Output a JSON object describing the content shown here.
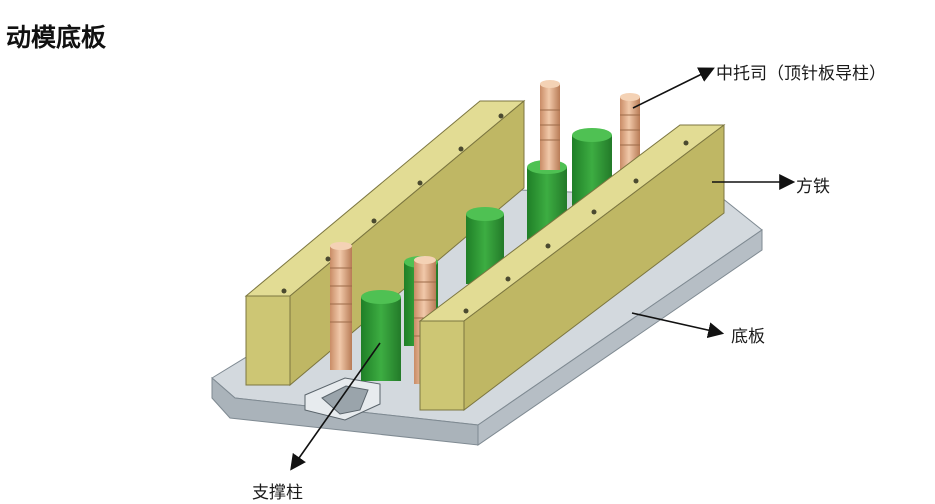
{
  "title": "动模底板",
  "labels": {
    "guide_pillar": "中托司（顶针板导柱）",
    "parallel_block": "方铁",
    "base_plate": "底板",
    "support_pillar": "支撑柱"
  },
  "colors": {
    "parallel_block": "#cfc874",
    "base_plate": "#c9d0d6",
    "support_pillar": "#2f9a35",
    "guide_pillar": "#dea884",
    "arrow": "#111111"
  }
}
